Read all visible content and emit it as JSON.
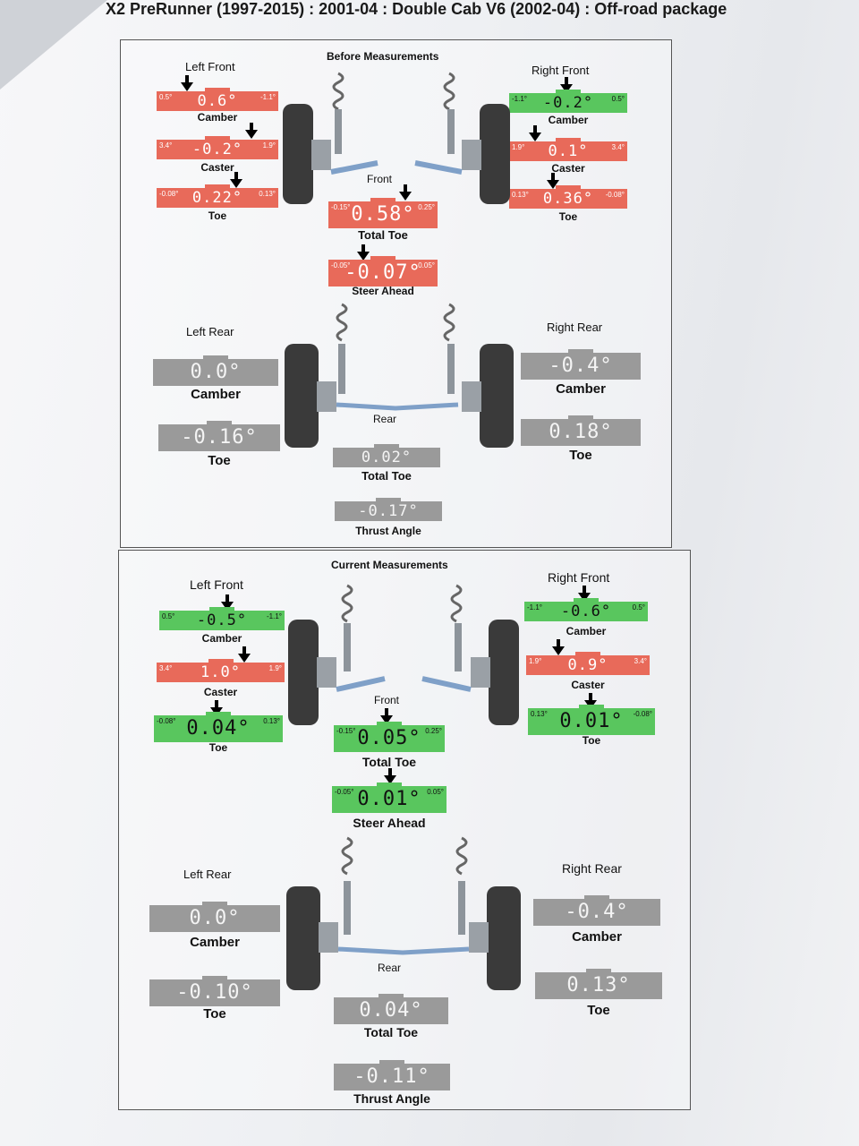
{
  "header": {
    "title": "X2 PreRunner (1997-2015) : 2001-04 : Double Cab V6 (2002-04) : Off-road package"
  },
  "before": {
    "title": "Before Measurements",
    "front_label": "Front",
    "rear_label": "Rear",
    "left_front": {
      "label": "Left Front",
      "camber": {
        "value": "0.6°",
        "min": "0.5°",
        "max": "-1.1°",
        "label": "Camber"
      },
      "caster": {
        "value": "-0.2°",
        "min": "3.4°",
        "max": "1.9°",
        "label": "Caster"
      },
      "toe": {
        "value": "0.22°",
        "min": "-0.08°",
        "max": "0.13°",
        "label": "Toe"
      }
    },
    "right_front": {
      "label": "Right Front",
      "camber": {
        "value": "-0.2°",
        "min": "-1.1°",
        "max": "0.5°",
        "label": "Camber"
      },
      "caster": {
        "value": "0.1°",
        "min": "1.9°",
        "max": "3.4°",
        "label": "Caster"
      },
      "toe": {
        "value": "0.36°",
        "min": "0.13°",
        "max": "-0.08°",
        "label": "Toe"
      }
    },
    "total_toe_front": {
      "value": "0.58°",
      "min": "-0.15°",
      "max": "0.25°",
      "label": "Total Toe"
    },
    "steer_ahead": {
      "value": "-0.07°",
      "min": "-0.05°",
      "max": "0.05°",
      "label": "Steer Ahead"
    },
    "left_rear": {
      "label": "Left Rear",
      "camber": {
        "value": "0.0°",
        "label": "Camber"
      },
      "toe": {
        "value": "-0.16°",
        "label": "Toe"
      }
    },
    "right_rear": {
      "label": "Right Rear",
      "camber": {
        "value": "-0.4°",
        "label": "Camber"
      },
      "toe": {
        "value": "0.18°",
        "label": "Toe"
      }
    },
    "total_toe_rear": {
      "value": "0.02°",
      "label": "Total Toe"
    },
    "thrust_angle": {
      "value": "-0.17°",
      "label": "Thrust Angle"
    }
  },
  "current": {
    "title": "Current Measurements",
    "front_label": "Front",
    "rear_label": "Rear",
    "left_front": {
      "label": "Left Front",
      "camber": {
        "value": "-0.5°",
        "min": "0.5°",
        "max": "-1.1°",
        "label": "Camber"
      },
      "caster": {
        "value": "1.0°",
        "min": "3.4°",
        "max": "1.9°",
        "label": "Caster"
      },
      "toe": {
        "value": "0.04°",
        "min": "-0.08°",
        "max": "0.13°",
        "label": "Toe"
      }
    },
    "right_front": {
      "label": "Right Front",
      "camber": {
        "value": "-0.6°",
        "min": "-1.1°",
        "max": "0.5°",
        "label": "Camber"
      },
      "caster": {
        "value": "0.9°",
        "min": "1.9°",
        "max": "3.4°",
        "label": "Caster"
      },
      "toe": {
        "value": "0.01°",
        "min": "0.13°",
        "max": "-0.08°",
        "label": "Toe"
      }
    },
    "total_toe_front": {
      "value": "0.05°",
      "min": "-0.15°",
      "max": "0.25°",
      "label": "Total Toe"
    },
    "steer_ahead": {
      "value": "0.01°",
      "min": "-0.05°",
      "max": "0.05°",
      "label": "Steer Ahead"
    },
    "left_rear": {
      "label": "Left Rear",
      "camber": {
        "value": "0.0°",
        "label": "Camber"
      },
      "toe": {
        "value": "-0.10°",
        "label": "Toe"
      }
    },
    "right_rear": {
      "label": "Right Rear",
      "camber": {
        "value": "-0.4°",
        "label": "Camber"
      },
      "toe": {
        "value": "0.13°",
        "label": "Toe"
      }
    },
    "total_toe_rear": {
      "value": "0.04°",
      "label": "Total Toe"
    },
    "thrust_angle": {
      "value": "-0.11°",
      "label": "Thrust Angle"
    }
  },
  "colors": {
    "out_of_spec": "#e86a5a",
    "in_spec": "#59c65e",
    "no_spec": "#9a9a9a"
  }
}
